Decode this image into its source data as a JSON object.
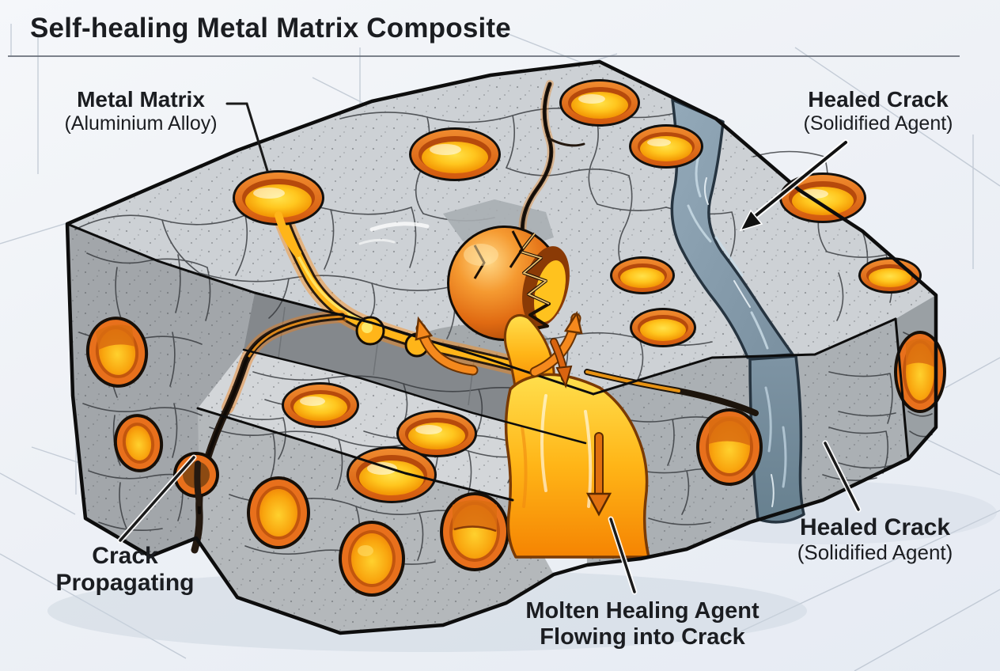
{
  "title": "Self-healing Metal Matrix Composite",
  "labels": {
    "metal_matrix": {
      "line1": "Metal Matrix",
      "line2": "(Aluminium Alloy)"
    },
    "healed_crack_top": {
      "line1": "Healed Crack",
      "line2": "(Solidified Agent)"
    },
    "crack_propagating": {
      "line1": "Crack",
      "line2": "Propagating"
    },
    "molten_agent": {
      "line1": "Molten Healing Agent",
      "line2": "Flowing into Crack"
    },
    "healed_crack_bottom": {
      "line1": "Healed Crack",
      "line2": "(Solidified Agent)"
    }
  },
  "colors": {
    "background": "#EEF1F6",
    "title_text": "#1B1D21",
    "label_text": "#1B1D21",
    "matrix_top_face": "#CDD1D5",
    "matrix_side_face": "#A2A6AA",
    "capsule_rim_orange": "#E8701C",
    "capsule_liquid_yellow": "#FFC21E",
    "molten_agent_orange": "#FFA511",
    "healed_agent_bluegray": "#8498A8",
    "crack_dark": "#241910",
    "outline_black": "#0D0D0D"
  }
}
